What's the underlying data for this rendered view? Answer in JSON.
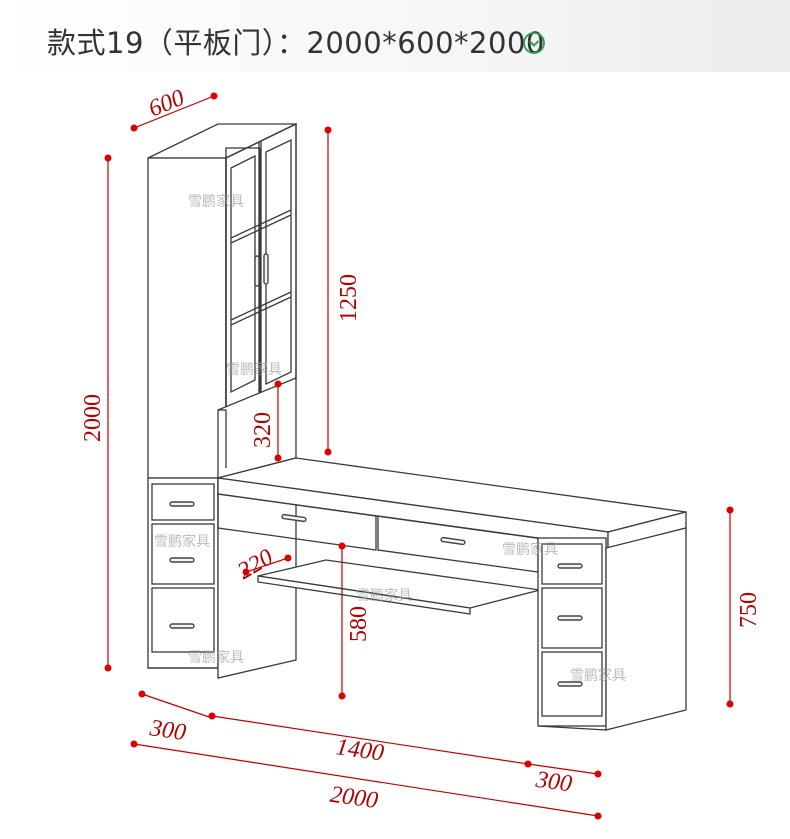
{
  "header": {
    "title": "款式19（平板门）：2000*600*2000",
    "icon": "chevron-down-circle-icon",
    "icon_color": "#2e9e52"
  },
  "dimensions": {
    "depth_top": "600",
    "cabinet_height": "1250",
    "total_height": "2000",
    "open_shelf_height": "320",
    "keyboard_tray_depth": "220",
    "knee_clearance": "580",
    "desk_height": "750",
    "left_width": "300",
    "middle_width": "1400",
    "right_width": "300",
    "total_width": "2000"
  },
  "watermarks": [
    "雪鹏家具",
    "雪鹏家具",
    "雪鹏家具",
    "雪鹏家具",
    "雪鹏家具",
    "雪鹏家具"
  ],
  "colors": {
    "dimension": "#c40000",
    "line": "#3a3a3a"
  }
}
